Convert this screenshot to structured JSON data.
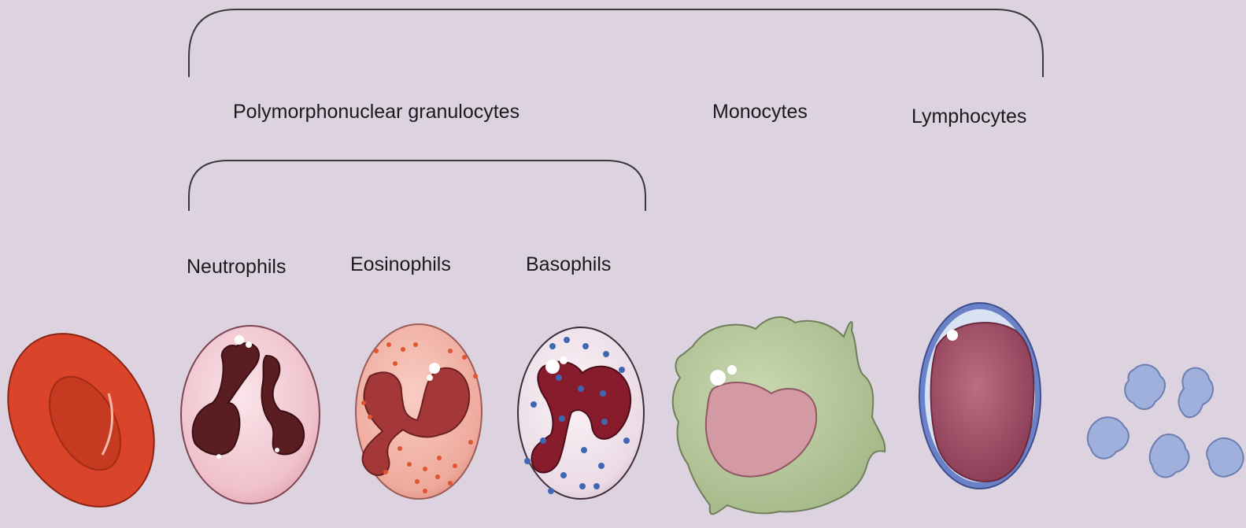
{
  "labels": {
    "polymorphonuclear": "Polymorphonuclear granulocytes",
    "monocytes": "Monocytes",
    "lymphocytes": "Lymphocytes",
    "neutrophils": "Neutrophils",
    "eosinophils": "Eosinophils",
    "basophils": "Basophils"
  },
  "colors": {
    "background": "#ddd3e0",
    "bracket": "#3a3a3a",
    "red_cell": "#d9442a",
    "neutrophil_body": "#f1c6cf",
    "neutrophil_nucleus": "#5a1e22",
    "eosinophil_body": "#f0b0a8",
    "eosinophil_nucleus": "#a43838",
    "eosinophil_granule": "#e0552e",
    "basophil_body": "#efe2ea",
    "basophil_nucleus": "#861c2c",
    "basophil_granule": "#3f67b2",
    "monocyte_body": "#b7c79c",
    "monocyte_nucleus": "#d49aa4",
    "lymphocyte_rim": "#6c82c8",
    "lymphocyte_nucleus": "#a2526a",
    "platelet": "#9fb0dc"
  }
}
